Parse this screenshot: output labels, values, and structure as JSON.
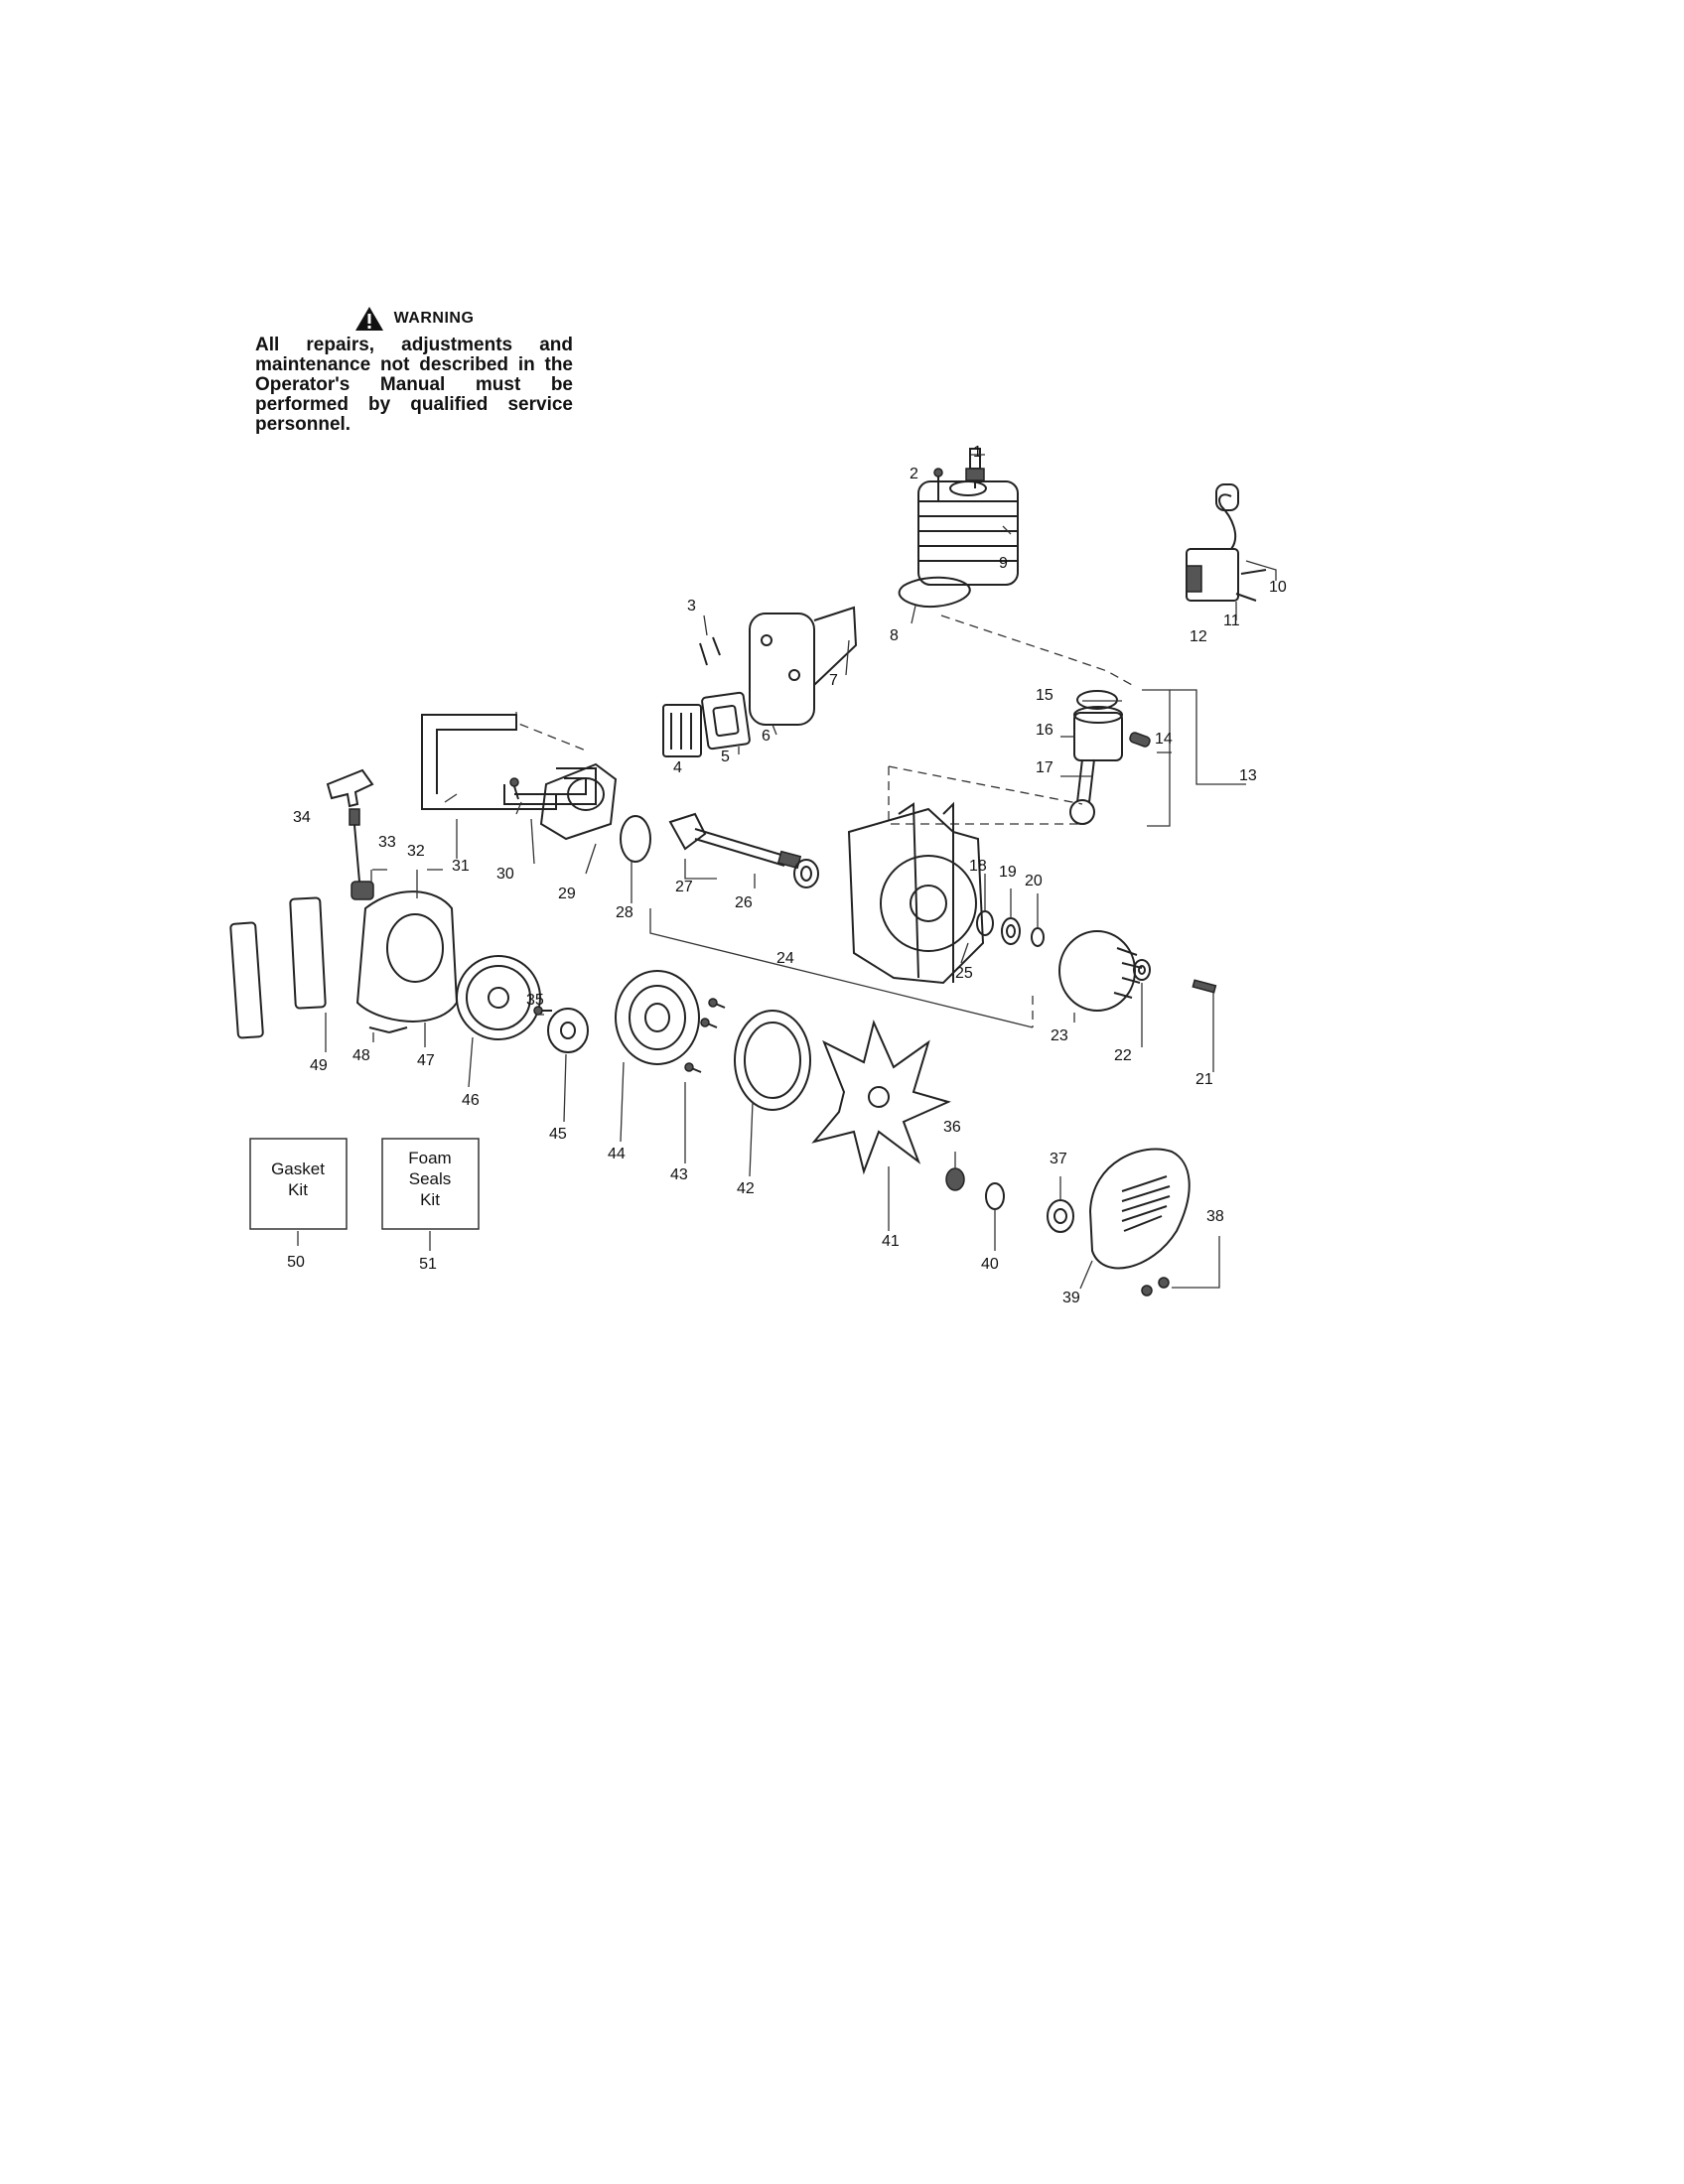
{
  "warning": {
    "title": "WARNING",
    "text": "All repairs, adjustments and maintenance not described in the Operator's Manual must be performed by qualified service personnel."
  },
  "icons": {
    "warning": "warning-triangle-icon"
  },
  "kits": [
    {
      "lines": [
        "Gasket",
        "Kit"
      ],
      "number": "50"
    },
    {
      "lines": [
        "Foam",
        "Seals",
        "Kit"
      ],
      "number": "51"
    }
  ],
  "callouts": [
    "1",
    "2",
    "3",
    "4",
    "5",
    "6",
    "7",
    "8",
    "9",
    "10",
    "11",
    "12",
    "13",
    "14",
    "15",
    "16",
    "17",
    "18",
    "19",
    "20",
    "21",
    "22",
    "23",
    "24",
    "25",
    "26",
    "27",
    "28",
    "29",
    "30",
    "31",
    "32",
    "33",
    "34",
    "35",
    "36",
    "37",
    "38",
    "39",
    "40",
    "41",
    "42",
    "43",
    "44",
    "45",
    "46",
    "47",
    "48",
    "49"
  ]
}
